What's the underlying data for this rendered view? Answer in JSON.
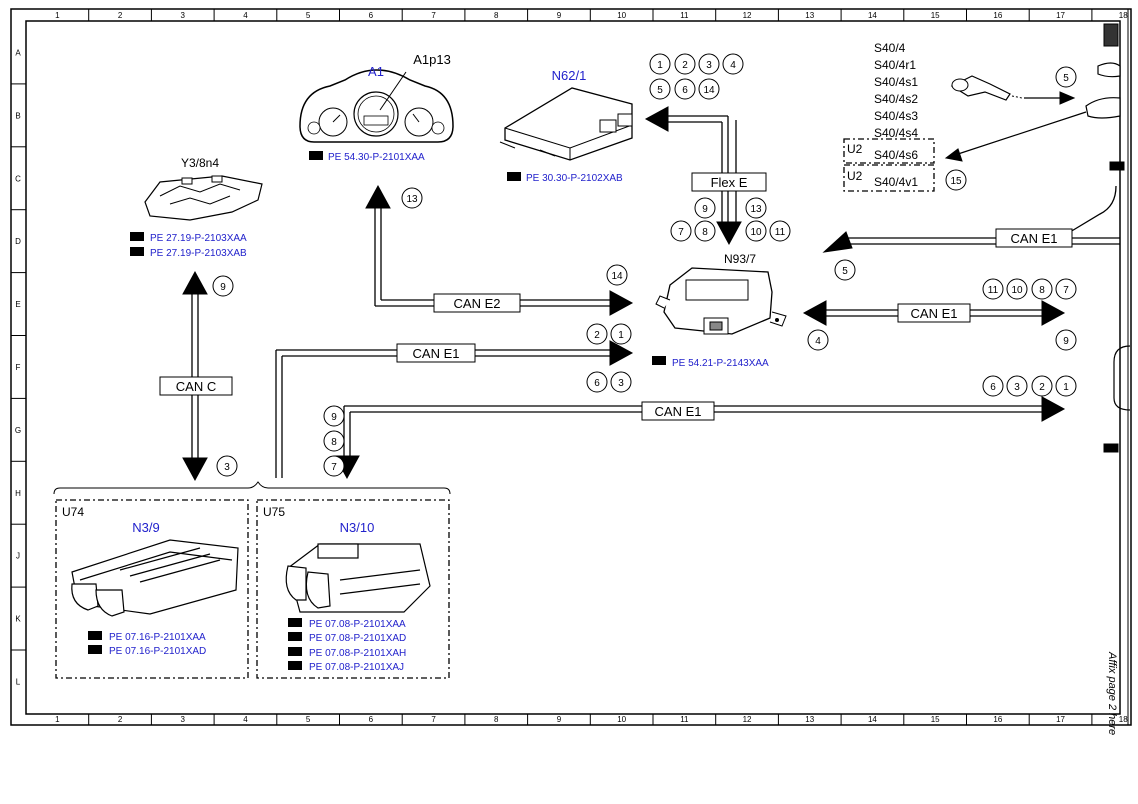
{
  "grid": {
    "columns": [
      "1",
      "2",
      "3",
      "4",
      "5",
      "6",
      "7",
      "8",
      "9",
      "10",
      "11",
      "12",
      "13",
      "14",
      "15",
      "16",
      "17",
      "18"
    ],
    "rows": [
      "A",
      "B",
      "C",
      "D",
      "E",
      "F",
      "G",
      "H",
      "J",
      "K",
      "L"
    ]
  },
  "colors": {
    "blue": "#2222cc",
    "black": "#000000"
  },
  "components": {
    "a1": {
      "ref": "A1",
      "sub": "A1p13",
      "pe": [
        "PE 54.30-P-2101XAA"
      ]
    },
    "n62": {
      "ref": "N62/1",
      "pe": [
        "PE 30.30-P-2102XAB"
      ]
    },
    "y3": {
      "ref": "Y3/8n4",
      "pe": [
        "PE 27.19-P-2103XAA",
        "PE 27.19-P-2103XAB"
      ]
    },
    "n93": {
      "ref": "N93/7",
      "pe": [
        "PE 54.21-P-2143XAA"
      ]
    },
    "n39": {
      "group": "U74",
      "ref": "N3/9",
      "pe": [
        "PE 07.16-P-2101XAA",
        "PE 07.16-P-2101XAD"
      ]
    },
    "n310": {
      "group": "U75",
      "ref": "N3/10",
      "pe": [
        "PE 07.08-P-2101XAA",
        "PE 07.08-P-2101XAD",
        "PE 07.08-P-2101XAH",
        "PE 07.08-P-2101XAJ"
      ]
    },
    "s40": {
      "labels": [
        "S40/4",
        "S40/4r1",
        "S40/4s1",
        "S40/4s2",
        "S40/4s3",
        "S40/4s4"
      ],
      "u2a": "U2",
      "u2a_label": "S40/4s6",
      "u2b": "U2",
      "u2b_label": "S40/4v1"
    }
  },
  "buses": {
    "can_c": "CAN C",
    "can_e2": "CAN E2",
    "can_e1_a": "CAN E1",
    "can_e1_b": "CAN E1",
    "can_e1_c": "CAN E1",
    "can_e1_d": "CAN E1",
    "flex_e": "Flex E"
  },
  "note": "Affix page 2 here",
  "circles": {
    "c1": "1",
    "c2": "2",
    "c3": "3",
    "c4": "4",
    "c5": "5",
    "c6": "6",
    "c7": "14",
    "c8": "13",
    "c9": "9",
    "c10": "8",
    "c11": "7",
    "c12": "10",
    "c13": "11",
    "c14": "13",
    "c15": "14",
    "c16": "2",
    "c17": "1",
    "c18": "6",
    "c19": "3",
    "c20": "9",
    "c21": "3",
    "c22": "9",
    "c23": "8",
    "c24": "7",
    "c25": "6",
    "c26": "3",
    "c27": "2",
    "c28": "1",
    "c29": "11",
    "c30": "10",
    "c31": "8",
    "c32": "7",
    "c33": "4",
    "c34": "9",
    "c35": "5",
    "c36": "15",
    "c37": "5"
  }
}
